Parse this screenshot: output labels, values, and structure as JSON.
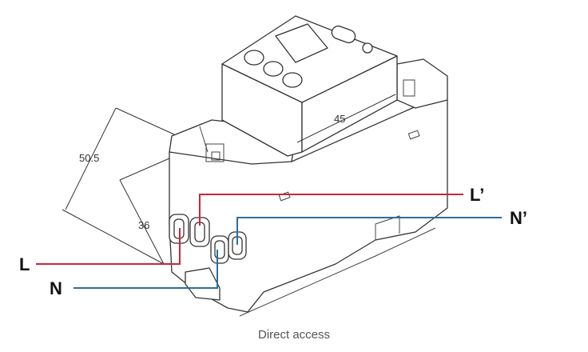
{
  "caption": "Direct access",
  "dimensions": {
    "depth": "50.5",
    "height": "36",
    "width": "45"
  },
  "wires": {
    "L_in": "L",
    "N_in": "N",
    "L_out": "L’",
    "N_out": "N’"
  },
  "colors": {
    "live_wire": "#c8273a",
    "neutral_wire": "#2c6e9e",
    "outline": "#333333"
  }
}
